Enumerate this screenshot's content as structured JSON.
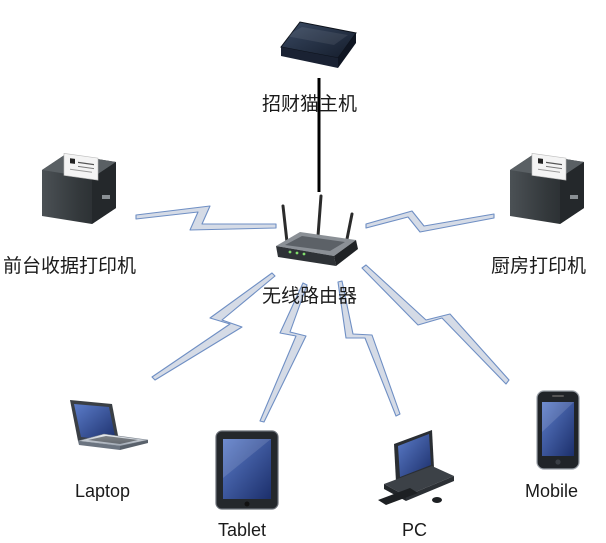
{
  "nodes": {
    "host": {
      "label": "招财猫主机",
      "icon": "server-box-icon"
    },
    "front_printer": {
      "label": "前台收据打印机",
      "icon": "receipt-printer-icon"
    },
    "kitchen_printer": {
      "label": "厨房打印机",
      "icon": "receipt-printer-icon"
    },
    "router": {
      "label": "无线路由器",
      "icon": "wireless-router-icon"
    },
    "laptop": {
      "label": "Laptop",
      "icon": "laptop-icon"
    },
    "tablet": {
      "label": "Tablet",
      "icon": "tablet-icon"
    },
    "pc": {
      "label": "PC",
      "icon": "desktop-pc-icon"
    },
    "mobile": {
      "label": "Mobile",
      "icon": "mobile-phone-icon"
    }
  },
  "colors": {
    "wireless_fill": "#d5dbe6",
    "wireless_stroke": "#6f8fc4",
    "wired_line": "#000000",
    "device_dark": "#2f3437"
  }
}
